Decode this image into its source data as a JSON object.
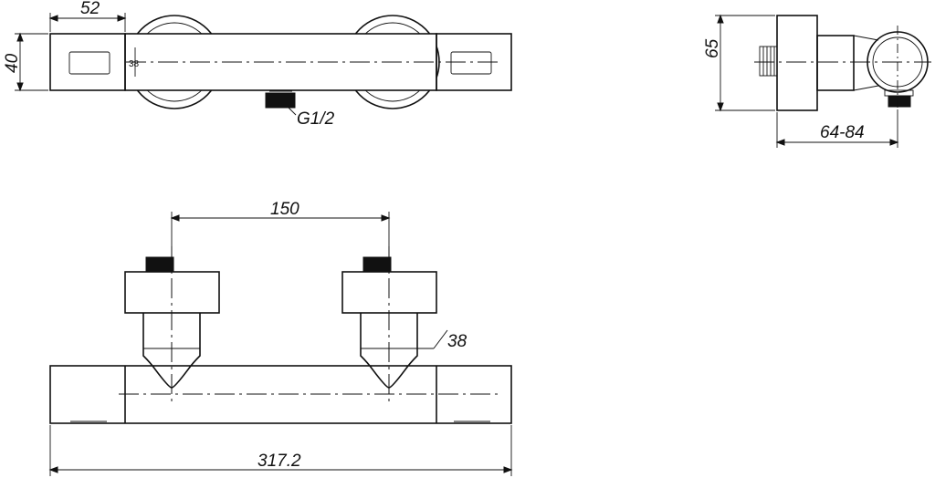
{
  "dimensions": {
    "top_width": "52",
    "top_height": "40",
    "top_marker": "38",
    "connection_thread": "G1/2",
    "side_height": "65",
    "side_depth": "64-84",
    "front_spacing": "150",
    "front_diameter": "38",
    "front_total_length": "317.2"
  }
}
